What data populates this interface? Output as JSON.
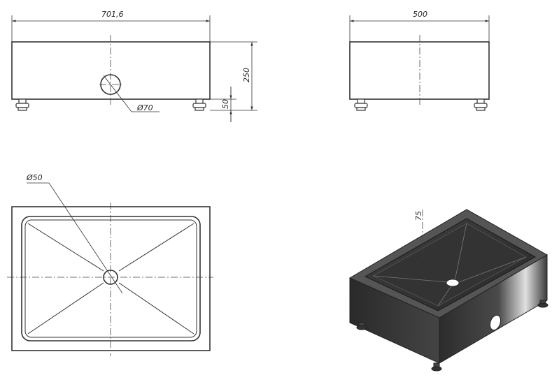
{
  "dimensions": {
    "width_front": "701,6",
    "width_side": "500",
    "height_total": "250",
    "height_leg": "50",
    "drain_front": "Ø70",
    "drain_top": "Ø50",
    "depth_iso": "75"
  },
  "colors": {
    "line": "#333333",
    "body_dark": "#3a3a3a",
    "body_mid": "#5a5a5a",
    "highlight": "#d8d8d8"
  }
}
